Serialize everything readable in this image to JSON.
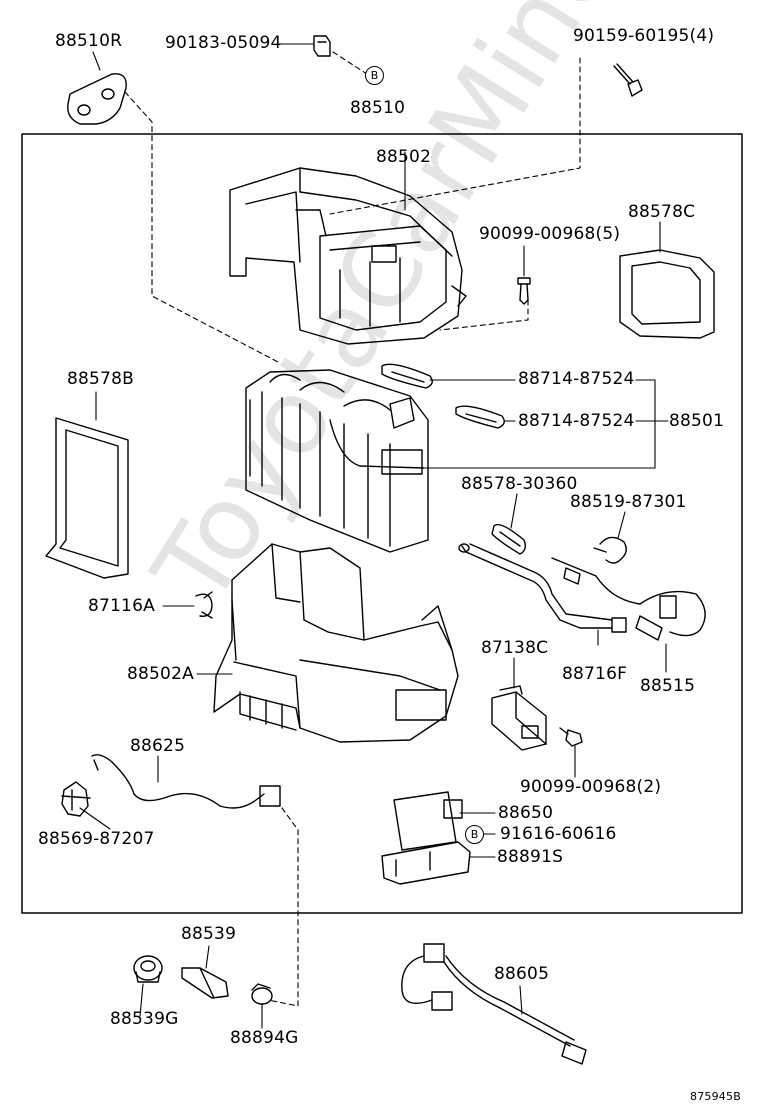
{
  "watermark": "ToyotaCarMine.ru",
  "drawing_code": "875945B",
  "ref_mark": "B",
  "labels": {
    "p88510R": "88510R",
    "p90183": "90183-05094",
    "p90159": "90159-60195(4)",
    "p88510": "88510",
    "p88502": "88502",
    "p90099_5": "90099-00968(5)",
    "p88578C": "88578C",
    "p88578B": "88578B",
    "p88714_a": "88714-87524",
    "p88714_b": "88714-87524",
    "p88501": "88501",
    "p88578_30360": "88578-30360",
    "p88519": "88519-87301",
    "p87116A": "87116A",
    "p87138C": "87138C",
    "p88716F": "88716F",
    "p88515": "88515",
    "p88502A": "88502A",
    "p88625": "88625",
    "p90099_2": "90099-00968(2)",
    "p88569": "88569-87207",
    "p88650": "88650",
    "p91616": "91616-60616",
    "p88891S": "88891S",
    "p88539": "88539",
    "p88605": "88605",
    "p88539G": "88539G",
    "p88894G": "88894G"
  }
}
